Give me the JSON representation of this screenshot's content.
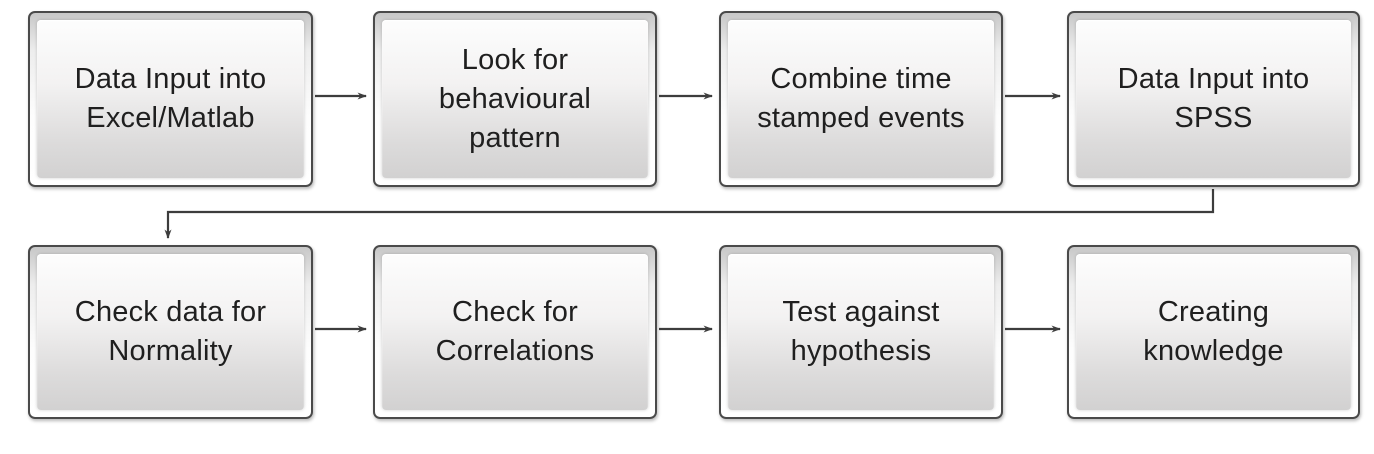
{
  "colors": {
    "line": "#3d3d3d",
    "text": "#1f1f1f",
    "box_border": "#4a4a4a",
    "box_face_top": "#fdfdfd",
    "box_face_bottom": "#d2d1d1"
  },
  "diagram": {
    "type": "flowchart",
    "rows": 2,
    "columns": 4
  },
  "nodes": [
    {
      "id": 1,
      "label": "Data Input into\nExcel/Matlab"
    },
    {
      "id": 2,
      "label": "Look for\nbehavioural\npattern"
    },
    {
      "id": 3,
      "label": "Combine time\nstamped events"
    },
    {
      "id": 4,
      "label": "Data Input into\nSPSS"
    },
    {
      "id": 5,
      "label": "Check data for\nNormality"
    },
    {
      "id": 6,
      "label": "Check for\nCorrelations"
    },
    {
      "id": 7,
      "label": "Test against\nhypothesis"
    },
    {
      "id": 8,
      "label": "Creating\nknowledge"
    }
  ],
  "connections": [
    {
      "from": 1,
      "to": 2,
      "type": "straight"
    },
    {
      "from": 2,
      "to": 3,
      "type": "straight"
    },
    {
      "from": 3,
      "to": 4,
      "type": "straight"
    },
    {
      "from": 4,
      "to": 5,
      "type": "elbow"
    },
    {
      "from": 5,
      "to": 6,
      "type": "straight"
    },
    {
      "from": 6,
      "to": 7,
      "type": "straight"
    },
    {
      "from": 7,
      "to": 8,
      "type": "straight"
    }
  ]
}
